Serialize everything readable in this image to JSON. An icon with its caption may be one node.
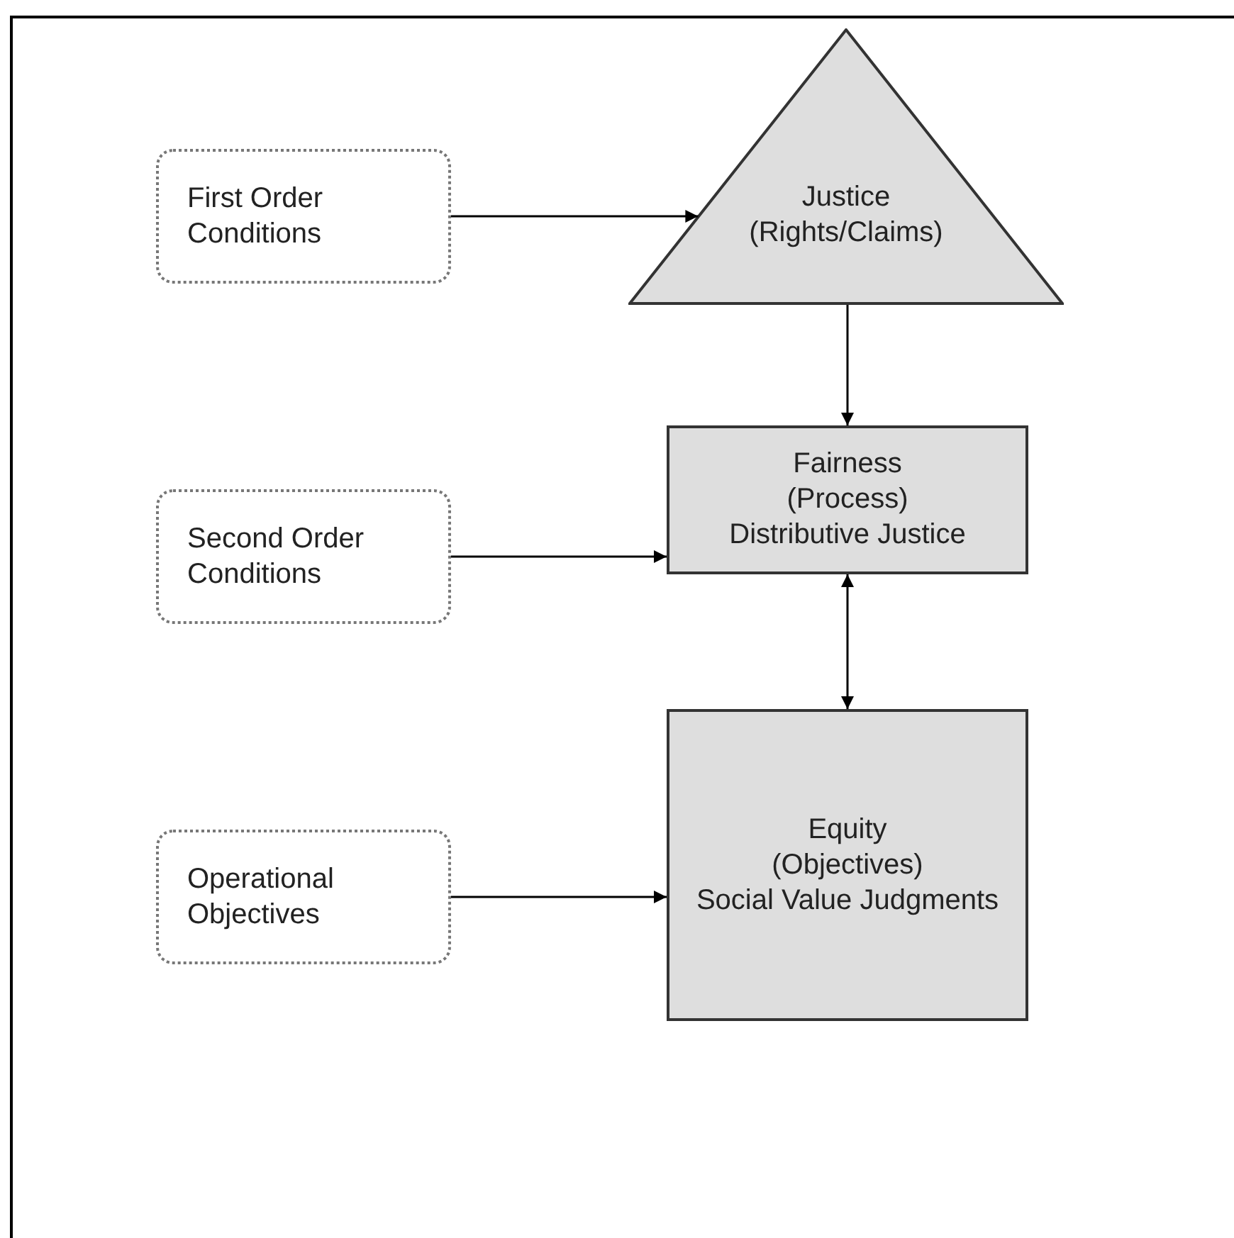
{
  "diagram": {
    "nodes": [
      {
        "text": [
          "First Order Conditions"
        ]
      },
      {
        "text": [
          "Justice",
          "(Rights/Claims)"
        ]
      },
      {
        "text": [
          "Second Order Conditions"
        ]
      },
      {
        "text": [
          "Fairness",
          "(Process)",
          "Distributive Justice"
        ]
      },
      {
        "text": [
          "Operational Objectives"
        ]
      },
      {
        "text": [
          "Equity",
          "(Objectives)",
          "Social Value Judgments"
        ]
      }
    ],
    "edges": [
      {
        "from": 0,
        "to": 1,
        "arrow": "to"
      },
      {
        "from": 2,
        "to": 3,
        "arrow": "to"
      },
      {
        "from": 4,
        "to": 5,
        "arrow": "to"
      },
      {
        "from": 1,
        "to": 3,
        "arrow": "to"
      },
      {
        "from": 3,
        "to": 5,
        "arrow": "both"
      }
    ]
  }
}
